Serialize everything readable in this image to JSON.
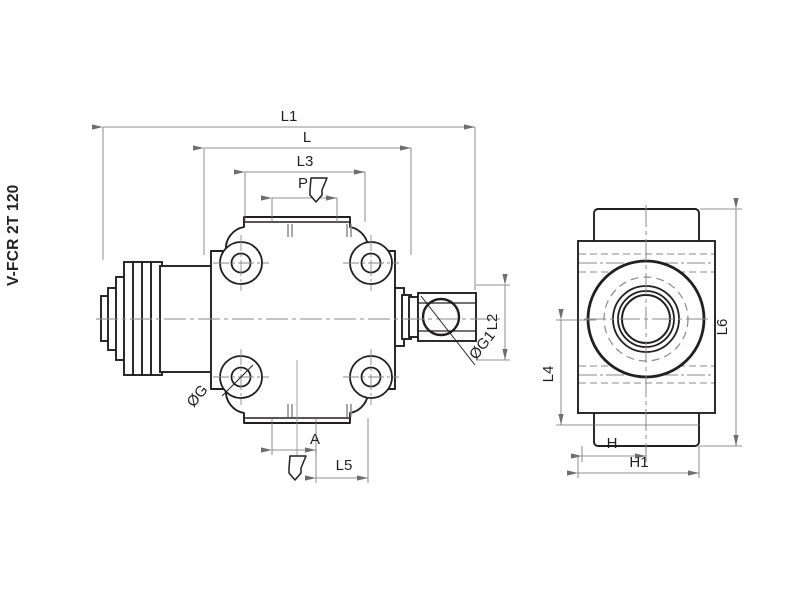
{
  "page": {
    "title": "V-FCR 2T 120 dimensional drawing",
    "background_color": "#ffffff",
    "line_color": "#231f20",
    "thin_line_color": "#6e6e6e",
    "center_line_color": "#8a8a8a"
  },
  "part_label": {
    "name": "V-FCR 2T 120",
    "orientation": "vertical",
    "color": "#231f20"
  },
  "views": [
    {
      "name": "front-view",
      "description": "Front / side section of flow control valve body with four corner mounting bosses, finned adjustment knob at left and port block at right"
    },
    {
      "name": "end-view",
      "description": "End view showing concentric bore circles and rectangular body outline"
    }
  ],
  "dimensions": {
    "front_view": [
      {
        "id": "L1",
        "label": "L1",
        "orientation": "horizontal",
        "position": "top"
      },
      {
        "id": "L",
        "label": "L",
        "orientation": "horizontal",
        "position": "top"
      },
      {
        "id": "L3",
        "label": "L3",
        "orientation": "horizontal",
        "position": "top"
      },
      {
        "id": "P",
        "label": "P",
        "orientation": "horizontal",
        "position": "top",
        "has_flow_arrow": true
      },
      {
        "id": "L2",
        "label": "L2",
        "orientation": "vertical",
        "position": "right"
      },
      {
        "id": "G1",
        "label": "ØG1",
        "orientation": "leader",
        "position": "right"
      },
      {
        "id": "G",
        "label": "ØG",
        "orientation": "leader",
        "position": "left"
      },
      {
        "id": "A",
        "label": "A",
        "orientation": "horizontal",
        "position": "bottom",
        "has_flow_arrow": true
      },
      {
        "id": "L5",
        "label": "L5",
        "orientation": "horizontal",
        "position": "bottom"
      }
    ],
    "end_view": [
      {
        "id": "L6",
        "label": "L6",
        "orientation": "vertical",
        "position": "right"
      },
      {
        "id": "L4",
        "label": "L4",
        "orientation": "vertical",
        "position": "left"
      },
      {
        "id": "H",
        "label": "H",
        "orientation": "horizontal",
        "position": "bottom"
      },
      {
        "id": "H1",
        "label": "H1",
        "orientation": "horizontal",
        "position": "bottom"
      }
    ]
  },
  "labels": {
    "L1": "L1",
    "L": "L",
    "L2": "L2",
    "L3": "L3",
    "L4": "L4",
    "L5": "L5",
    "L6": "L6",
    "P": "P",
    "A": "A",
    "H": "H",
    "H1": "H1",
    "G": "ØG",
    "G1": "ØG1"
  }
}
